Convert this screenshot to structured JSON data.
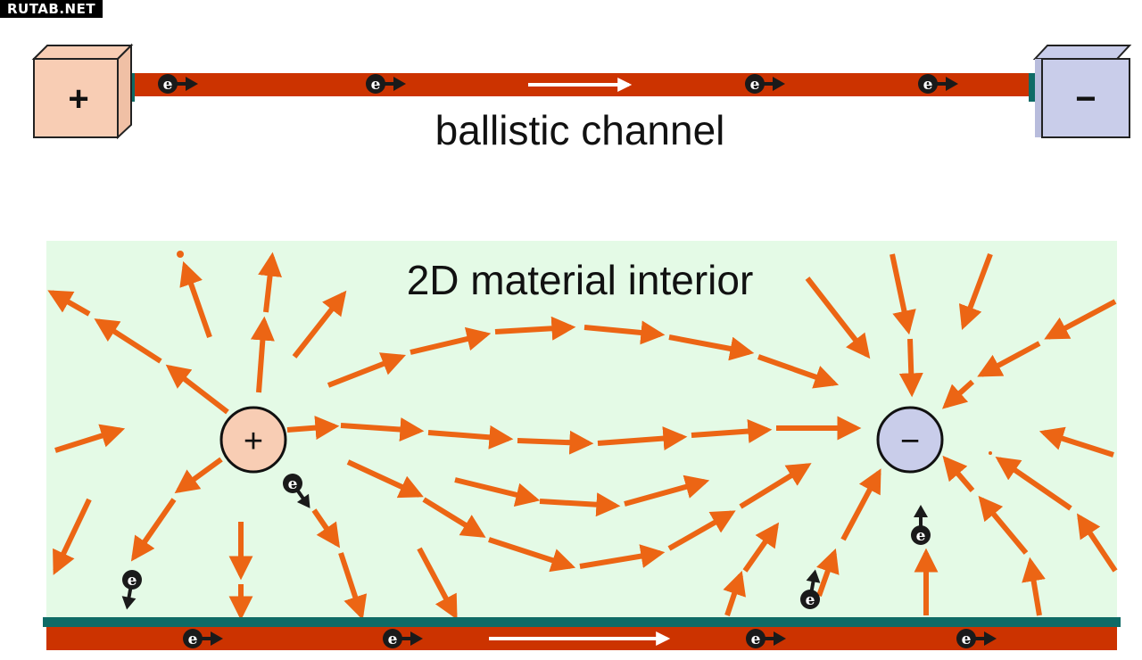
{
  "watermark": "RUTAB.NET",
  "top": {
    "label": "ballistic channel",
    "positive_terminal": "+",
    "negative_terminal": "−",
    "electron_symbol": "e"
  },
  "bottom": {
    "label": "2D material interior",
    "positive_charge": "+",
    "negative_charge": "−",
    "electron_symbol": "e"
  },
  "colors": {
    "channel": "#cc3300",
    "contact": "#0f6b66",
    "field_arrow": "#ec6514",
    "interior_bg": "#e4fae6",
    "positive": "#f8cdb4",
    "negative": "#c9cdea",
    "electron": "#1a1a1a"
  }
}
